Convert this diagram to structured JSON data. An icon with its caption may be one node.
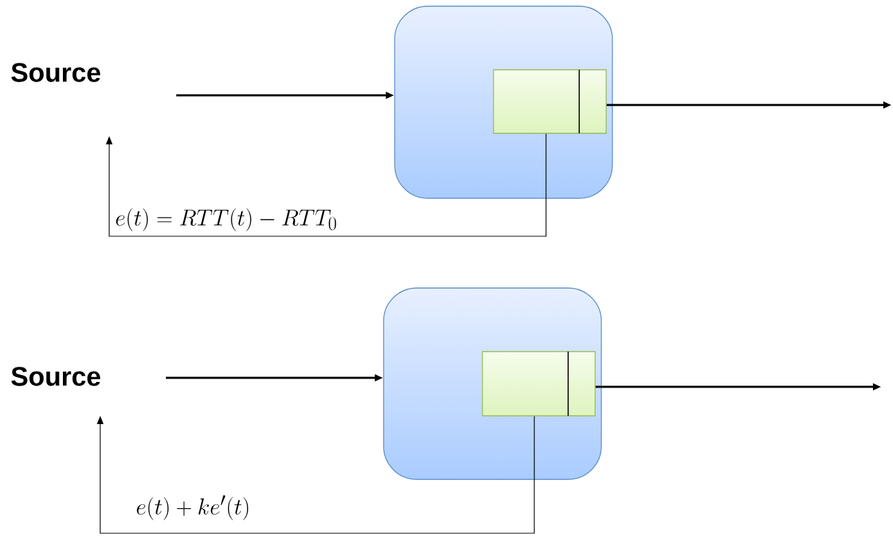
{
  "diagram": {
    "nodes": [
      {
        "text": [
          "Source"
        ]
      },
      {
        "text": [],
        "shape": "box"
      },
      {
        "text": [],
        "shape": "box",
        "in": 1
      },
      {
        "text": [
          "Source"
        ]
      },
      {
        "text": [],
        "shape": "box"
      },
      {
        "text": [],
        "shape": "box",
        "in": 4
      }
    ],
    "edges": [
      {
        "from": null,
        "to": 1,
        "arrow": "to"
      },
      {
        "from": 2,
        "to": null,
        "arrow": "to"
      },
      {
        "from": 2,
        "to": 0,
        "arrow": "to",
        "label": "e(t) = RTT(t) - RTT_0"
      },
      {
        "from": null,
        "to": 4,
        "arrow": "to"
      },
      {
        "from": 5,
        "to": null,
        "arrow": "to"
      },
      {
        "from": 5,
        "to": 3,
        "arrow": "to",
        "label": "e(t) + ke'(t)"
      }
    ]
  }
}
